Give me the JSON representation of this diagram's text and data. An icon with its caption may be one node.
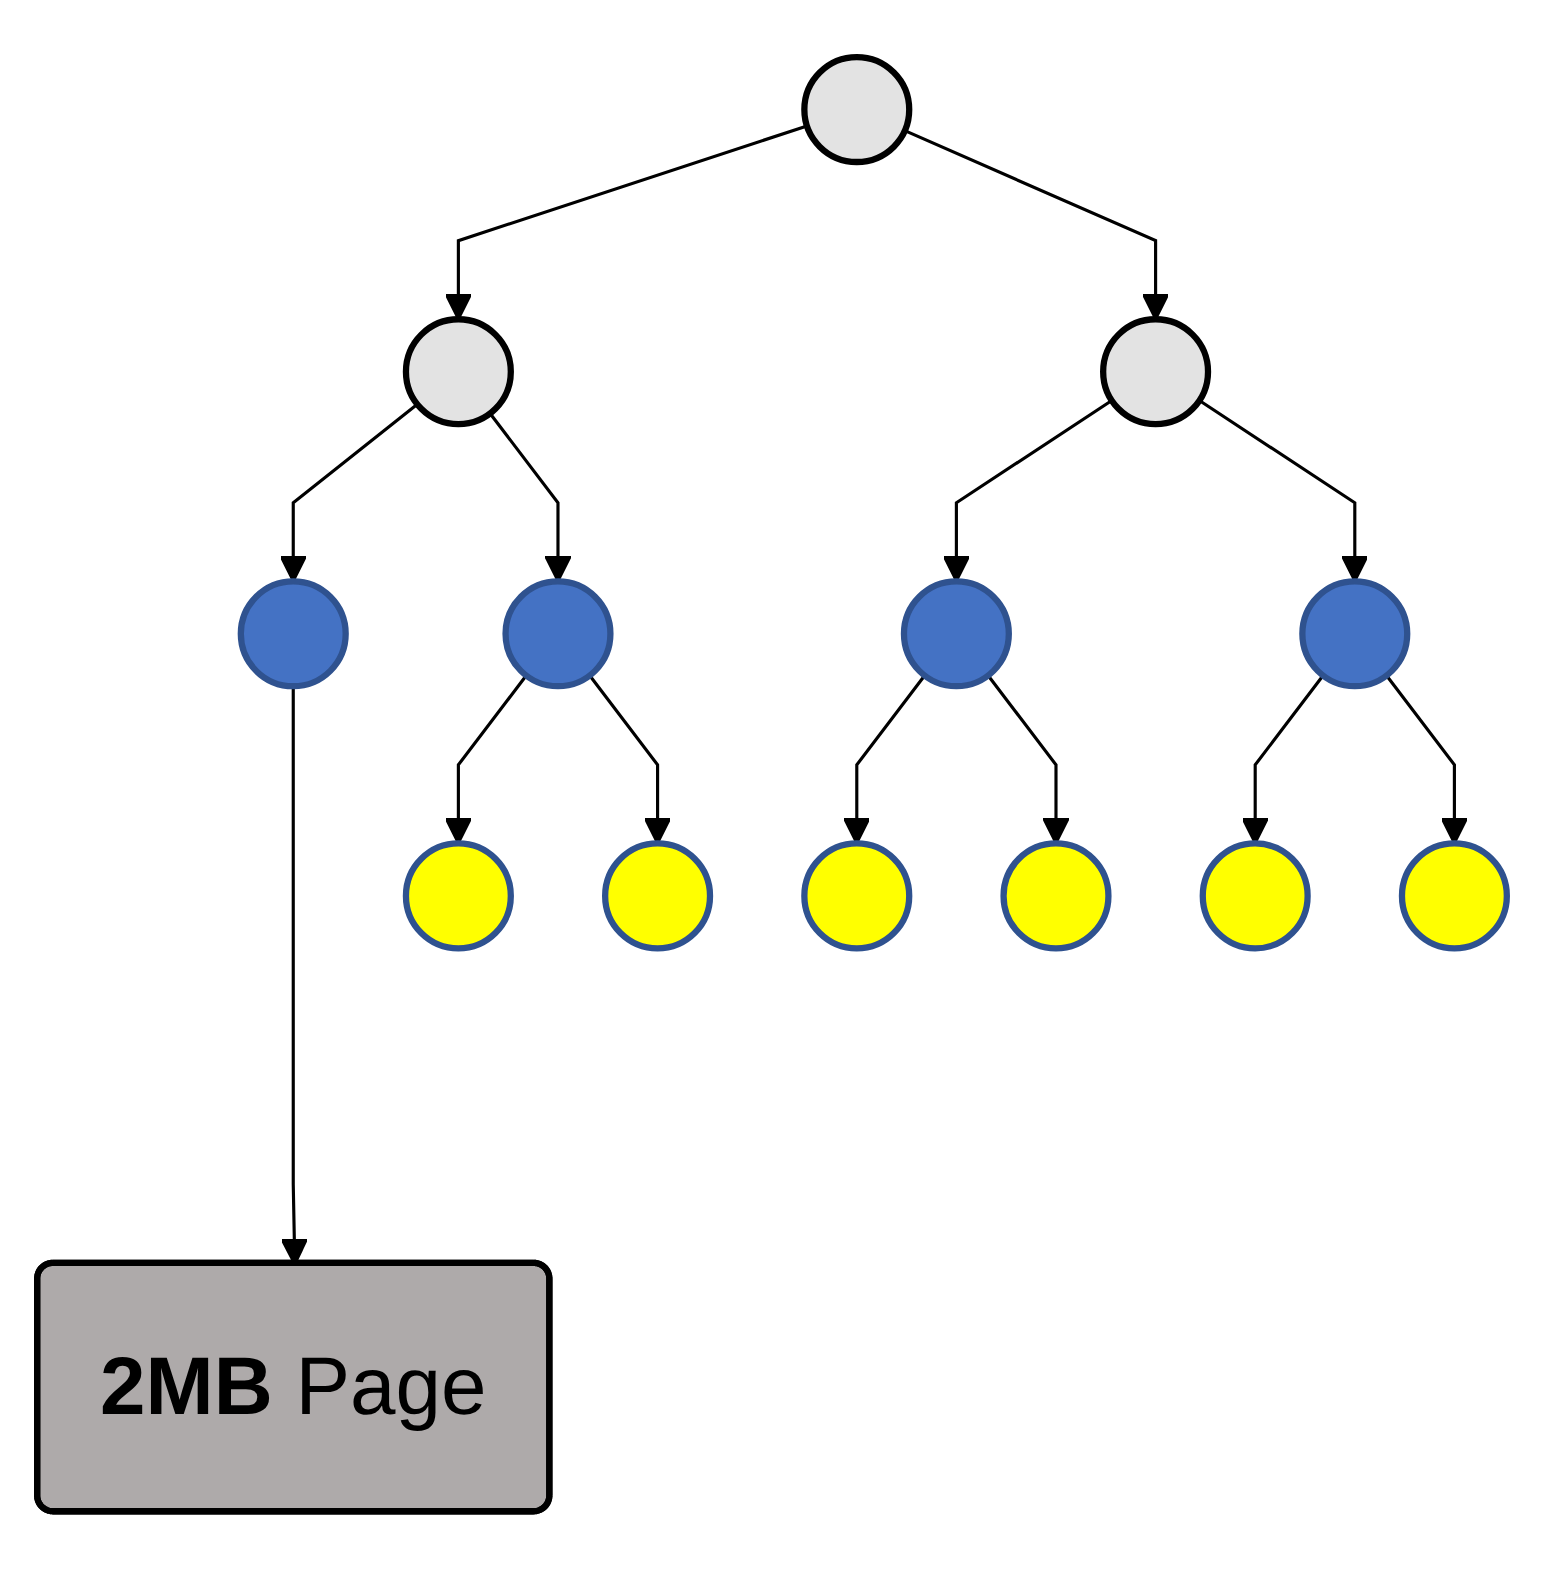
{
  "diagram": {
    "nodes": [
      {
        "text": [],
        "shape": "circle"
      },
      {
        "text": [],
        "shape": "circle"
      },
      {
        "text": [],
        "shape": "circle"
      },
      {
        "text": [],
        "shape": "circle"
      },
      {
        "text": [],
        "shape": "circle"
      },
      {
        "text": [],
        "shape": "circle"
      },
      {
        "text": [],
        "shape": "circle"
      },
      {
        "text": [],
        "shape": "circle"
      },
      {
        "text": [],
        "shape": "circle"
      },
      {
        "text": [],
        "shape": "circle"
      },
      {
        "text": [],
        "shape": "circle"
      },
      {
        "text": [],
        "shape": "circle"
      },
      {
        "text": [],
        "shape": "circle"
      },
      {
        "text": [
          "**2MB** Page"
        ]
      }
    ],
    "edges": [
      {
        "from": 0,
        "to": 1,
        "arrow": "to"
      },
      {
        "from": 0,
        "to": 2,
        "arrow": "to"
      },
      {
        "from": 1,
        "to": 3,
        "arrow": "to"
      },
      {
        "from": 1,
        "to": 4,
        "arrow": "to"
      },
      {
        "from": 2,
        "to": 5,
        "arrow": "to"
      },
      {
        "from": 2,
        "to": 6,
        "arrow": "to"
      },
      {
        "from": 3,
        "to": 13,
        "arrow": "to"
      },
      {
        "from": 4,
        "to": 7,
        "arrow": "to"
      },
      {
        "from": 4,
        "to": 8,
        "arrow": "to"
      },
      {
        "from": 5,
        "to": 9,
        "arrow": "to"
      },
      {
        "from": 5,
        "to": 10,
        "arrow": "to"
      },
      {
        "from": 6,
        "to": 11,
        "arrow": "to"
      },
      {
        "from": 6,
        "to": 12,
        "arrow": "to"
      }
    ]
  }
}
